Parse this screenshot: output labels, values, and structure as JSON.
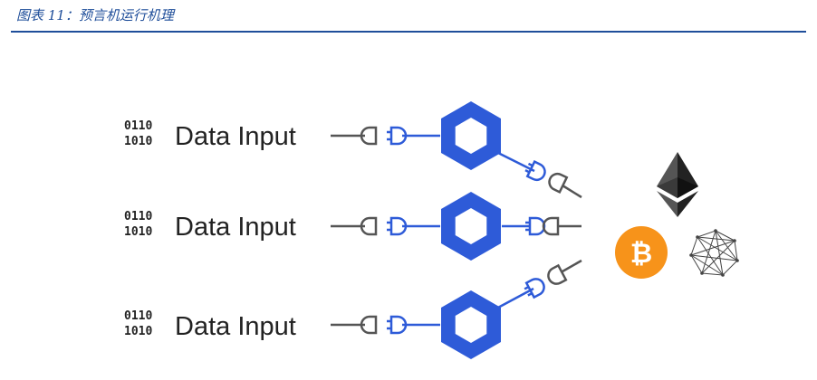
{
  "caption": "图表 11：预言机运行机理",
  "inputs": [
    {
      "label": "Data Input",
      "binary_top": "0110",
      "binary_bottom": "1010"
    },
    {
      "label": "Data Input",
      "binary_top": "0110",
      "binary_bottom": "1010"
    },
    {
      "label": "Data Input",
      "binary_top": "0110",
      "binary_bottom": "1010"
    }
  ],
  "coins": {
    "bitcoin_symbol": "₿"
  },
  "icons": [
    "binary-icon",
    "plug-icon",
    "chainlink-node-icon",
    "ethereum-icon",
    "bitcoin-icon",
    "hyperledger-icon"
  ],
  "colors": {
    "blue": "#2e5bd8",
    "gray": "#555555",
    "orange": "#f7931a",
    "caption": "#1f4e9a"
  }
}
